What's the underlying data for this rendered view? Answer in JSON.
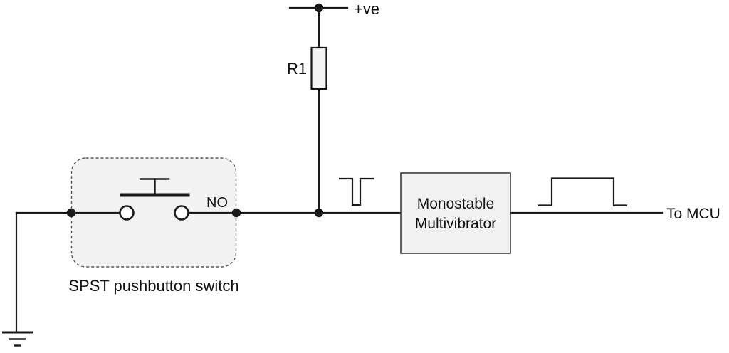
{
  "diagram": {
    "power_label": "+ve",
    "resistor_label": "R1",
    "contact_label": "NO",
    "switch_caption": "SPST pushbutton switch",
    "block": {
      "line1": "Monostable",
      "line2": "Multivibrator"
    },
    "output_label": "To MCU",
    "colors": {
      "wire": "#1a1a1a",
      "text": "#111111",
      "enclosure_fill": "#f2f2f2",
      "enclosure_border": "#595959",
      "block_fill": "#f1f1f1",
      "block_border": "#3d3d3d",
      "resistor_fill": "#f4f4f4",
      "resistor_border": "#141414",
      "background": "#ffffff"
    }
  }
}
